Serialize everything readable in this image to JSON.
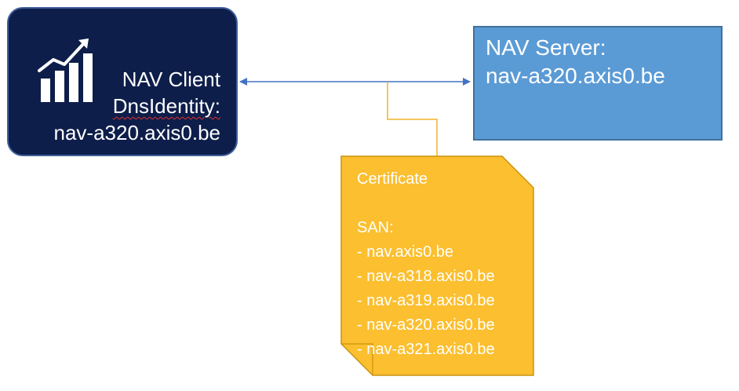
{
  "client": {
    "icon": "growth-chart-icon",
    "title": "NAV Client",
    "identity_label": "DnsIdentity:",
    "identity_value": "nav-a320.axis0.be",
    "colors": {
      "fill": "#0e1e4a",
      "border": "#3f5f98"
    }
  },
  "server": {
    "title": "NAV Server:",
    "host": "nav-a320.axis0.be",
    "colors": {
      "fill": "#5b9bd5",
      "border": "#41719c"
    }
  },
  "certificate": {
    "title": "Certificate",
    "san_label": "SAN:",
    "san_entries": [
      "- nav.axis0.be",
      "- nav-a318.axis0.be",
      "- nav-a319.axis0.be",
      "- nav-a320.axis0.be",
      "- nav-a321.axis0.be"
    ],
    "colors": {
      "fill": "#fbbf2f",
      "border": "#c99310"
    }
  },
  "connectors": {
    "link_color": "#4472c4",
    "callout_color": "#f0b429"
  }
}
